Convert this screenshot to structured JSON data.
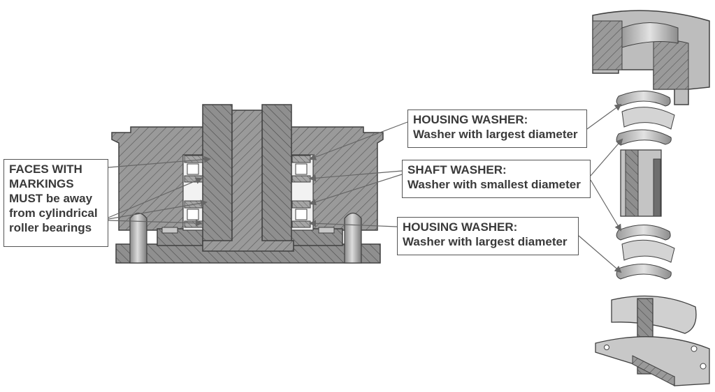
{
  "labels": {
    "faces": "FACES WITH MARKINGS MUST be away from cylindrical roller bearings",
    "housing_top": {
      "title": "HOUSING WASHER:",
      "desc": "Washer with largest diameter"
    },
    "shaft": {
      "title": "SHAFT WASHER:",
      "desc": "Washer with smallest diameter"
    },
    "housing_bottom": {
      "title": "HOUSING WASHER:",
      "desc": "Washer with largest diameter"
    }
  },
  "colors": {
    "section_fill": "#9a9a9a",
    "section_dark": "#6e6e6e",
    "line": "#404040",
    "hatch": "#555555",
    "part_light": "#cfcfcf"
  }
}
